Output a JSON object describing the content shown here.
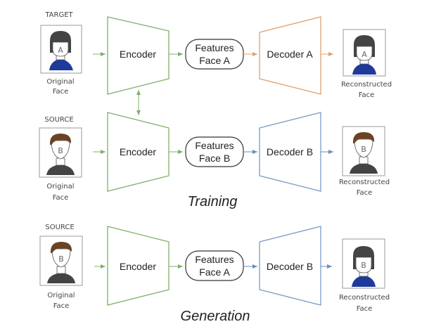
{
  "colors": {
    "encoder": "#7fb069",
    "decoder_a": "#e0a070",
    "decoder_b": "#7a9cc6",
    "hair_a": "#444444",
    "hair_b": "#6b4226",
    "shirt_a": "#1f3a9a",
    "shirt_b": "#444444"
  },
  "rows": [
    {
      "role_label": "TARGET",
      "input_face_letter": "A",
      "input_caption_1": "Original",
      "input_caption_2": "Face",
      "encoder_label": "Encoder",
      "features_line1": "Features",
      "features_line2": "Face A",
      "decoder_label": "Decoder A",
      "output_face_letter": "A",
      "output_caption_1": "Reconstructed",
      "output_caption_2": "Face"
    },
    {
      "role_label": "SOURCE",
      "input_face_letter": "B",
      "input_caption_1": "Original",
      "input_caption_2": "Face",
      "encoder_label": "Encoder",
      "features_line1": "Features",
      "features_line2": "Face B",
      "decoder_label": "Decoder B",
      "output_face_letter": "B",
      "output_caption_1": "Reconstructed",
      "output_caption_2": "Face"
    },
    {
      "role_label": "SOURCE",
      "input_face_letter": "B",
      "input_caption_1": "Original",
      "input_caption_2": "Face",
      "encoder_label": "Encoder",
      "features_line1": "Features",
      "features_line2": "Face A",
      "decoder_label": "Decoder B",
      "output_face_letter": "B",
      "output_caption_1": "Reconstructed",
      "output_caption_2": "Face"
    }
  ],
  "sections": {
    "training": "Training",
    "generation": "Generation"
  }
}
